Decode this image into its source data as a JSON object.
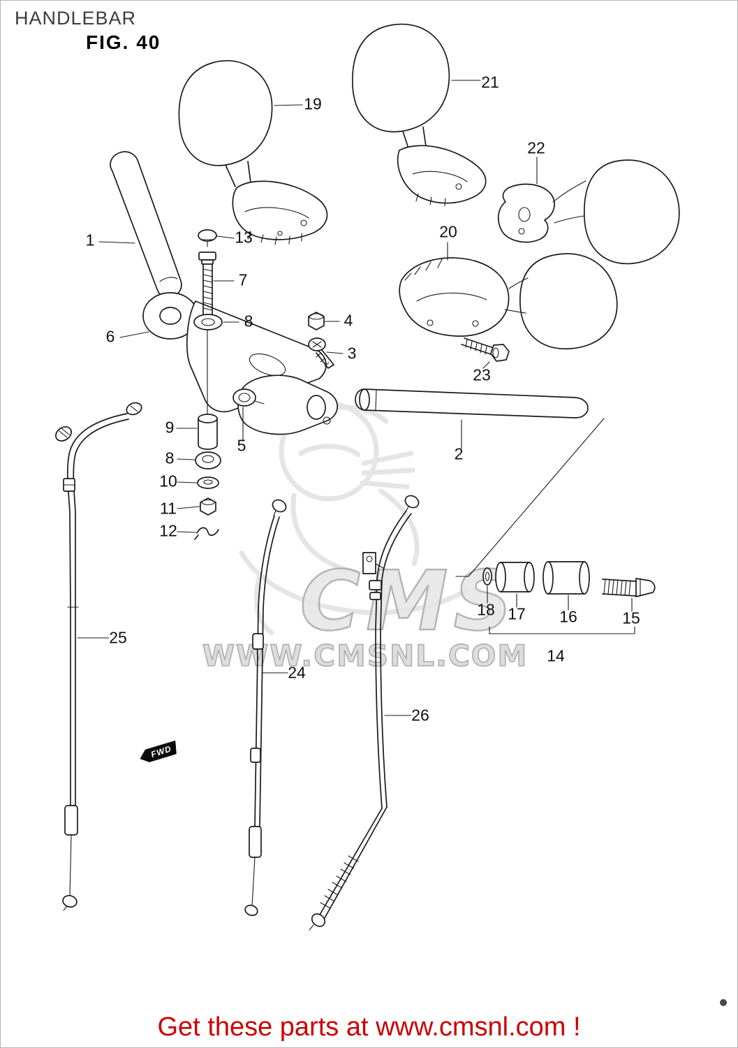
{
  "header": {
    "title": "HANDLEBAR",
    "figure": "FIG. 40"
  },
  "watermark": {
    "logo": "CMS",
    "url": "WWW.CMSNL.COM"
  },
  "fwd_label": "FWD",
  "footer": {
    "text": "Get these parts at www.cmsnl.com !",
    "color": "#cc0000"
  },
  "line_color": "#1a1a1a",
  "callouts": {
    "c1": "1",
    "c2": "2",
    "c3": "3",
    "c4": "4",
    "c5": "5",
    "c6": "6",
    "c7": "7",
    "c8a": "8",
    "c8b": "8",
    "c9": "9",
    "c10": "10",
    "c11": "11",
    "c12": "12",
    "c13": "13",
    "c14": "14",
    "c15": "15",
    "c16": "16",
    "c17": "17",
    "c18": "18",
    "c19": "19",
    "c20": "20",
    "c21": "21",
    "c22": "22",
    "c23": "23",
    "c24": "24",
    "c25": "25",
    "c26": "26"
  }
}
